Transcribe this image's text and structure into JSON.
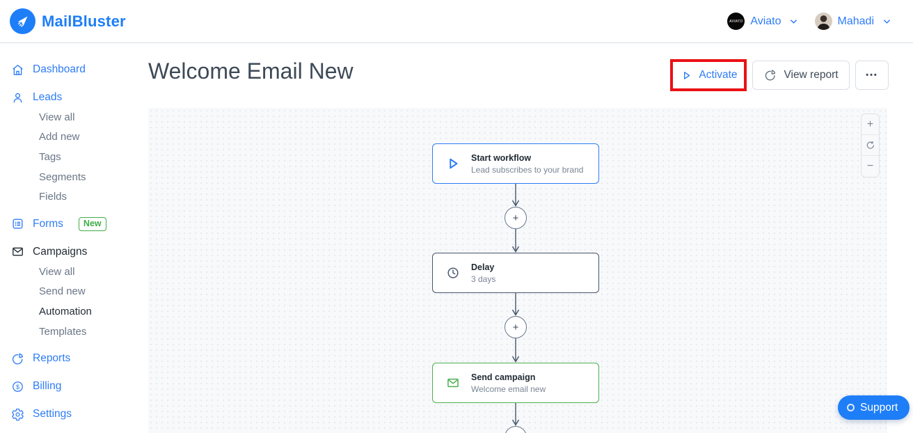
{
  "colors": {
    "brand_blue": "#1e7ef7",
    "link_blue": "#2e7cf6",
    "active_dark": "#1f2933",
    "muted_gray": "#6a7686",
    "node_blue": "#2e7cf6",
    "node_slate": "#44546a",
    "node_green": "#4caf50",
    "badge_green": "#3fae49",
    "highlight_red": "#ea1015",
    "canvas_bg": "#f8f9fb"
  },
  "header": {
    "brand": "MailBluster",
    "workspace": {
      "label": "Aviato",
      "avatar_text": "AVIATO"
    },
    "user": {
      "label": "Mahadi"
    }
  },
  "sidebar": {
    "items": [
      {
        "label": "Dashboard"
      },
      {
        "label": "Leads"
      },
      {
        "label": "View all"
      },
      {
        "label": "Add new"
      },
      {
        "label": "Tags"
      },
      {
        "label": "Segments"
      },
      {
        "label": "Fields"
      },
      {
        "label": "Forms",
        "badge": "New"
      },
      {
        "label": "Campaigns"
      },
      {
        "label": "View all"
      },
      {
        "label": "Send new"
      },
      {
        "label": "Automation"
      },
      {
        "label": "Templates"
      },
      {
        "label": "Reports"
      },
      {
        "label": "Billing"
      },
      {
        "label": "Settings"
      }
    ]
  },
  "page": {
    "title": "Welcome Email New",
    "toolbar": {
      "activate": "Activate",
      "view_report": "View report",
      "more": "•••"
    }
  },
  "workflow": {
    "nodes": [
      {
        "title": "Start workflow",
        "subtitle": "Lead subscribes to your brand",
        "icon": "play",
        "accent": "#2e7cf6"
      },
      {
        "title": "Delay",
        "subtitle": "3 days",
        "icon": "clock",
        "accent": "#44546a"
      },
      {
        "title": "Send campaign",
        "subtitle": "Welcome email new",
        "icon": "envelope",
        "accent": "#4caf50"
      }
    ],
    "add_step_label": "+"
  },
  "canvas_controls": {
    "zoom_in": "+",
    "zoom_out": "−"
  },
  "support": {
    "label": "Support"
  }
}
